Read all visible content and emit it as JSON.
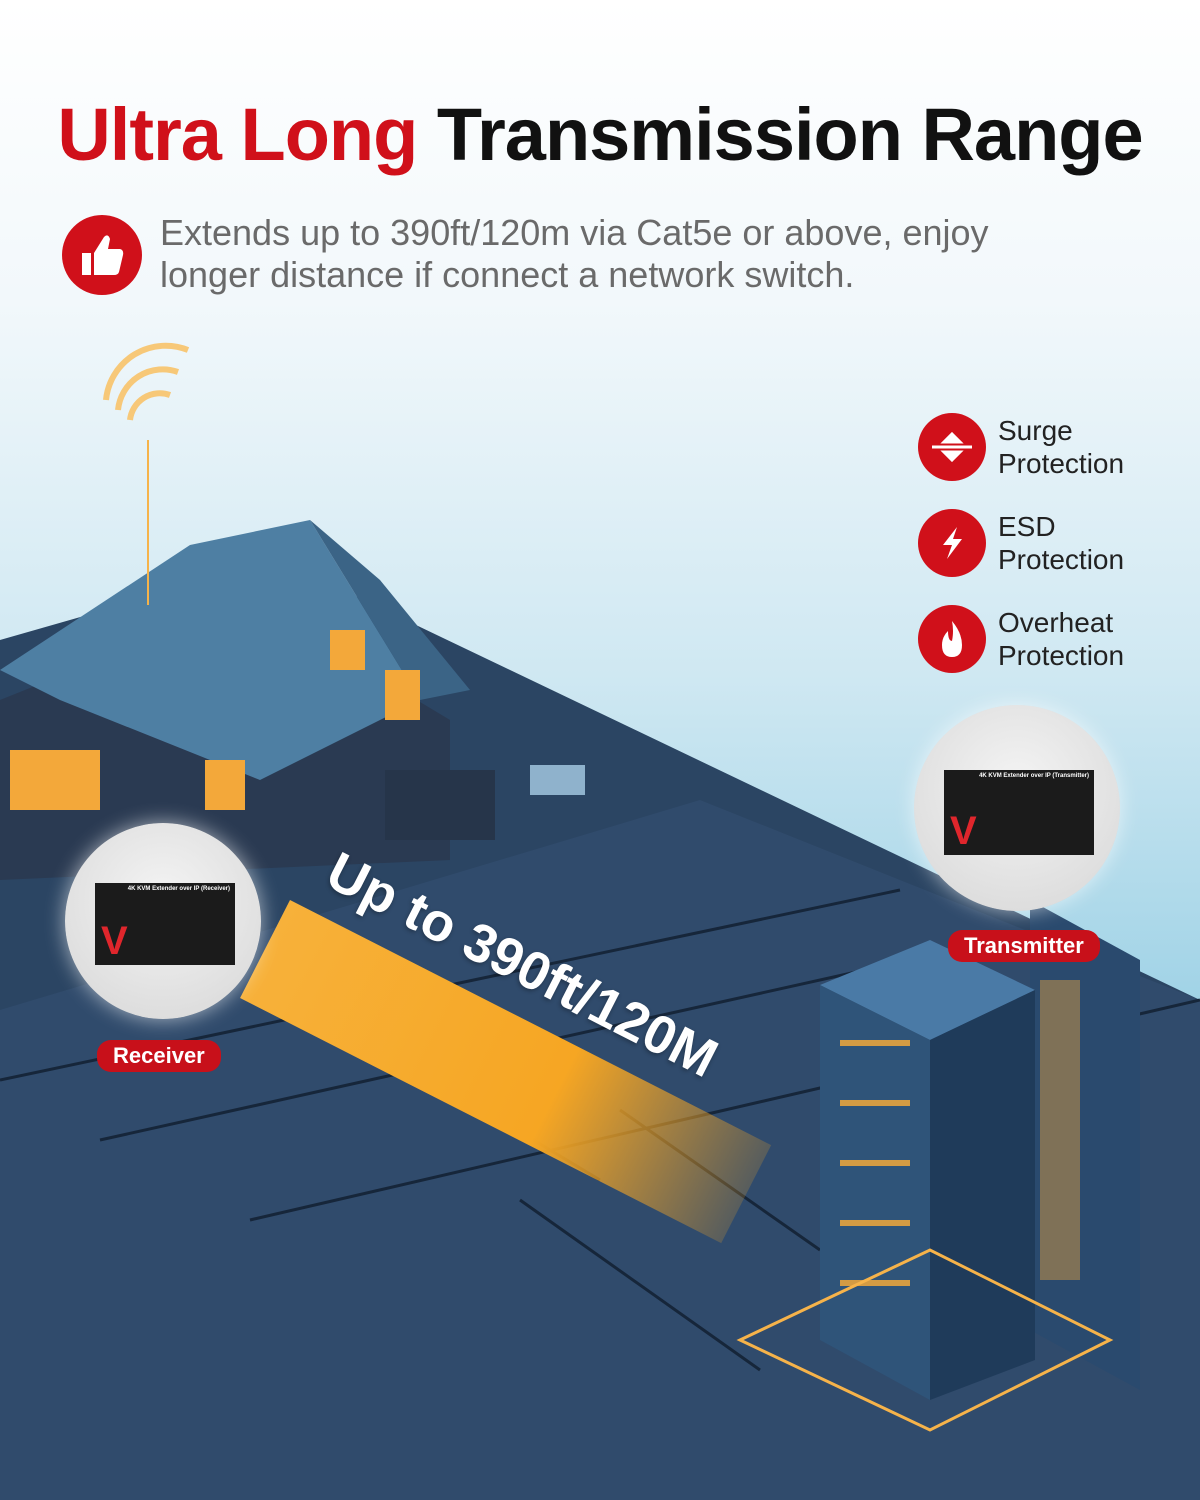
{
  "header": {
    "title_highlight": "Ultra Long",
    "title_rest": "Transmission Range"
  },
  "feature": {
    "icon": "thumbs-up-icon",
    "text_line1": "Extends up to 390ft/120m via Cat5e or above, enjoy",
    "text_line2": "longer distance if connect a network switch."
  },
  "protections": [
    {
      "icon": "surge-icon",
      "line1": "Surge",
      "line2": "Protection"
    },
    {
      "icon": "lightning-icon",
      "line1": "ESD",
      "line2": "Protection"
    },
    {
      "icon": "flame-icon",
      "line1": "Overheat",
      "line2": "Protection"
    }
  ],
  "receiver": {
    "label": "Receiver",
    "device_text": "4K KVM Extender over IP (Receiver)",
    "logo": "V"
  },
  "transmitter": {
    "label": "Transmitter",
    "device_text": "4K KVM Extender over IP (Transmitter)",
    "logo": "V"
  },
  "range_text": "Up to 390ft/120M",
  "colors": {
    "accent": "#d0101a",
    "beam": "#f6a623",
    "ground": "#2b4563"
  }
}
